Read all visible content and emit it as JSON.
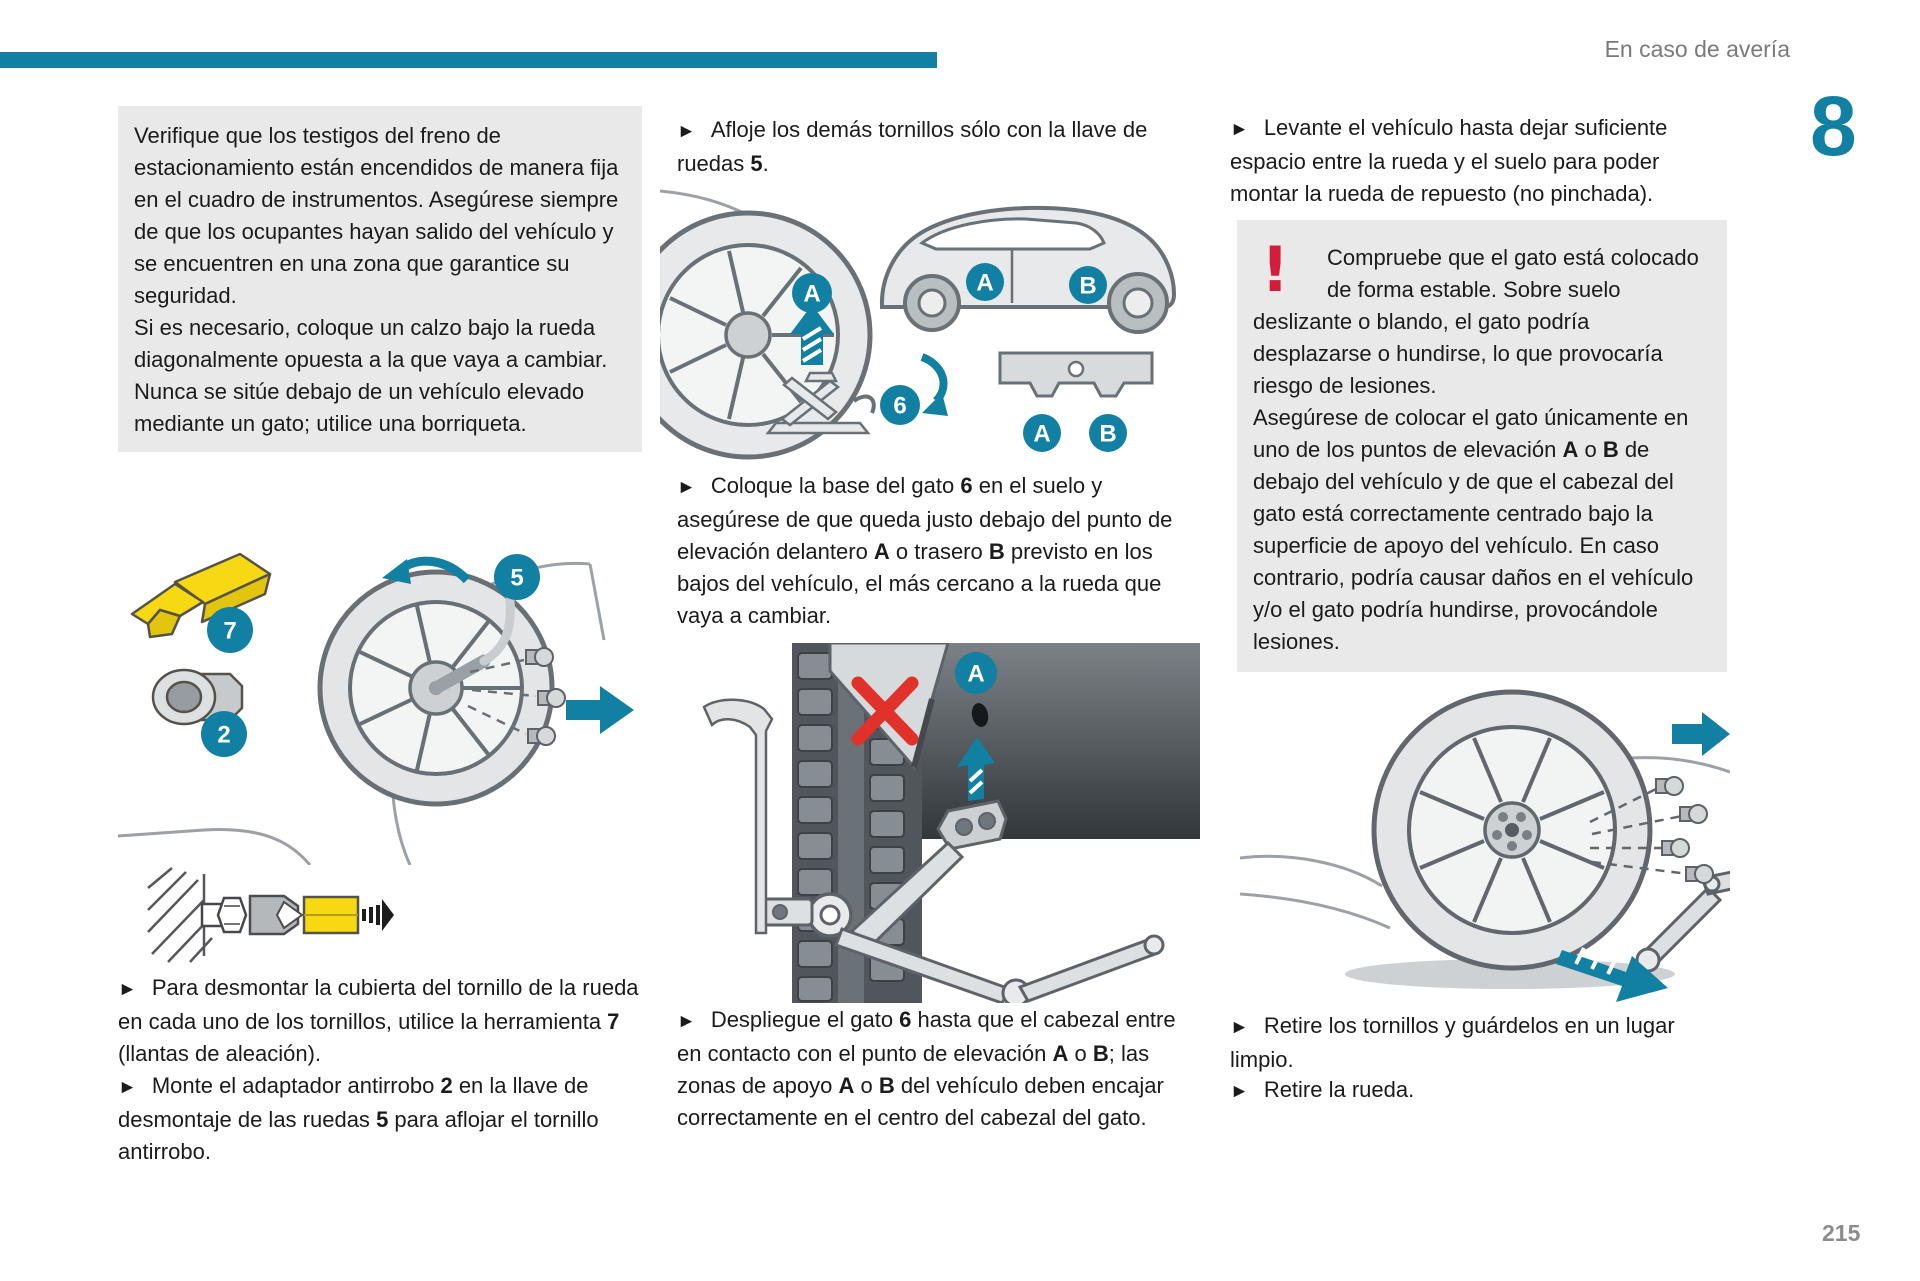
{
  "page": {
    "running_head": "En caso de avería",
    "chapter_number": "8",
    "page_number": "215"
  },
  "glyphs": {
    "bullet": "►",
    "warning": "!"
  },
  "colors": {
    "accent_teal": "#1280a2",
    "warning_red": "#d21e3c",
    "tool_yellow": "#f6d912",
    "note_box_gray": "#e9e9e9",
    "body_text": "#1b1b1b",
    "muted_gray": "#7a7a7a"
  },
  "col1": {
    "note_paragraphs": [
      "Verifique que los testigos del freno de estacionamiento están encendidos de manera fija en el cuadro de instrumentos. Asegúrese siempre de que los ocupantes hayan salido del vehículo y se encuentren en una zona que garantice su seguridad.",
      "Si es necesario, coloque un calzo bajo la rueda diagonalmente opuesta a la que vaya a cambiar.",
      "Nunca se sitúe debajo de un vehículo elevado mediante un gato; utilice una borriqueta."
    ],
    "steps": [
      {
        "segments": [
          {
            "t": "Para desmontar la cubierta del tornillo de la rueda en cada uno de los tornillos, utilice la herramienta "
          },
          {
            "b": "7"
          },
          {
            "t": " (llantas de aleación)."
          }
        ]
      },
      {
        "segments": [
          {
            "t": "Monte el adaptador antirrobo "
          },
          {
            "b": "2"
          },
          {
            "t": " en la llave de desmontaje de las ruedas "
          },
          {
            "b": "5"
          },
          {
            "t": " para aflojar el tornillo antirrobo."
          }
        ]
      }
    ]
  },
  "col2": {
    "steps": [
      {
        "segments": [
          {
            "t": "Afloje los demás tornillos sólo con la llave de ruedas "
          },
          {
            "b": "5"
          },
          {
            "t": "."
          }
        ]
      },
      {
        "segments": [
          {
            "t": "Coloque la base del gato "
          },
          {
            "b": "6"
          },
          {
            "t": " en el suelo y asegúrese de que queda justo debajo del punto de elevación delantero "
          },
          {
            "b": "A"
          },
          {
            "t": " o trasero "
          },
          {
            "b": "B"
          },
          {
            "t": " previsto en los bajos del vehículo, el más cercano a la rueda que vaya a cambiar."
          }
        ]
      },
      {
        "segments": [
          {
            "t": "Despliegue el gato "
          },
          {
            "b": "6"
          },
          {
            "t": " hasta que el cabezal entre en contacto con el punto de elevación "
          },
          {
            "b": "A"
          },
          {
            "t": " o "
          },
          {
            "b": "B"
          },
          {
            "t": "; las zonas de apoyo "
          },
          {
            "b": "A"
          },
          {
            "t": " o "
          },
          {
            "b": "B"
          },
          {
            "t": " del vehículo deben encajar correctamente en el centro del cabezal del gato."
          }
        ]
      }
    ]
  },
  "col3": {
    "steps": [
      {
        "segments": [
          {
            "t": "Levante el vehículo hasta dejar suficiente espacio entre la rueda y el suelo para poder montar la rueda de repuesto (no pinchada)."
          }
        ]
      },
      {
        "segments": [
          {
            "t": "Retire los tornillos y guárdelos en un lugar limpio."
          }
        ]
      },
      {
        "segments": [
          {
            "t": "Retire la rueda."
          }
        ]
      }
    ],
    "warning": {
      "paragraphs": [
        {
          "segments": [
            {
              "t": "Compruebe que el gato está colocado de forma estable. Sobre suelo deslizante o blando, el gato podría desplazarse o hundirse, lo que provocaría riesgo de lesiones."
            }
          ]
        },
        {
          "segments": [
            {
              "t": "Asegúrese de colocar el gato únicamente en uno de los puntos de elevación "
            },
            {
              "b": "A"
            },
            {
              "t": " o "
            },
            {
              "b": "B"
            },
            {
              "t": " de debajo del vehículo y de que el cabezal del gato está correctamente centrado bajo la superficie de apoyo del vehículo. En caso contrario, podría causar daños en el vehículo y/o el gato podría hundirse, provocándole lesiones."
            }
          ]
        }
      ]
    }
  },
  "figures": {
    "fig1": {
      "label_7": "7",
      "label_2": "2",
      "label_5": "5"
    },
    "fig3": {
      "label_a_closeup": "A",
      "label_6": "6",
      "label_a_front": "A",
      "label_b_rear": "B",
      "label_a_under": "A",
      "label_b_under": "B"
    },
    "fig4": {
      "label_a": "A"
    }
  }
}
